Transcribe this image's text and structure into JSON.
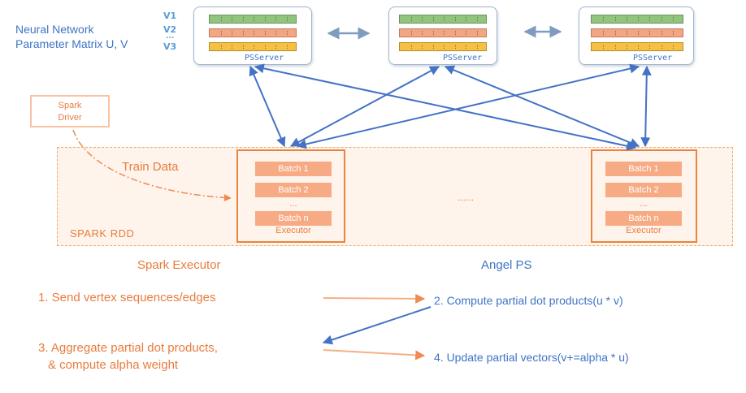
{
  "params": {
    "title_line1": "Neural Network",
    "title_line2": "Parameter Matrix U, V",
    "v_labels": [
      "V1",
      "V2",
      "...",
      "V3"
    ]
  },
  "ps_servers": [
    {
      "label": "PSServer"
    },
    {
      "label": "PSServer"
    },
    {
      "label": "PSServer"
    }
  ],
  "spark_driver": {
    "line1": "Spark",
    "line2": "Driver"
  },
  "rdd": {
    "label": "SPARK RDD",
    "train_data": "Train Data",
    "middle_dots": "......"
  },
  "executors": [
    {
      "batches": [
        "Batch 1",
        "Batch 2",
        "Batch n"
      ],
      "dots": "...",
      "label": "Executor"
    },
    {
      "batches": [
        "Batch 1",
        "Batch 2",
        "Batch n"
      ],
      "dots": "...",
      "label": "Executor"
    }
  ],
  "section_titles": {
    "spark": "Spark Executor",
    "angel": "Angel PS"
  },
  "steps": {
    "step1": "1. Send vertex sequences/edges",
    "step2": "2. Compute partial dot products(u * v)",
    "step3_line1": "3. Aggregate partial dot products,",
    "step3_line2": "& compute alpha weight",
    "step4": "4. Update partial vectors(v+=alpha * u)"
  },
  "colors": {
    "blue": "#4472c4",
    "orange": "#ed8b52",
    "orange_light": "#f4b183"
  }
}
